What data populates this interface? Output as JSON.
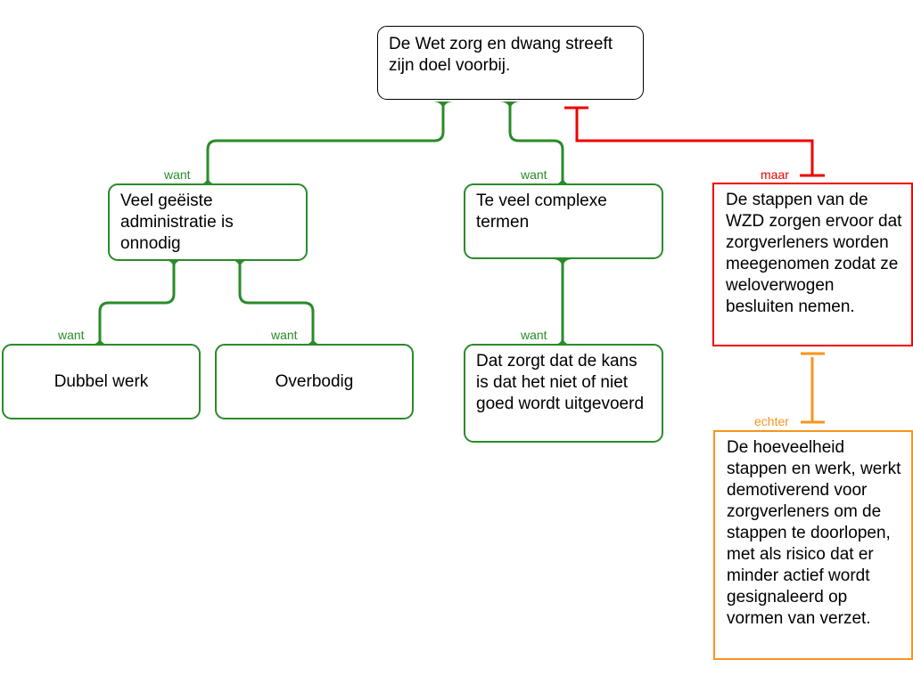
{
  "colors": {
    "support": "#2a8b2a",
    "objection": "#ee0000",
    "rebuttal": "#f7941d",
    "root_border": "#000000"
  },
  "root": {
    "text": "De Wet zorg en dwang streeft zijn doel voorbij."
  },
  "reasons": [
    {
      "connector": "want",
      "text": "Veel geëiste administratie is onnodig",
      "children": [
        {
          "connector": "want",
          "text": "Dubbel werk"
        },
        {
          "connector": "want",
          "text": "Overbodig"
        }
      ]
    },
    {
      "connector": "want",
      "text": "Te veel complexe termen",
      "children": [
        {
          "connector": "want",
          "text": "Dat zorgt dat de kans is dat het niet of niet goed wordt uitgevoerd"
        }
      ]
    }
  ],
  "objection": {
    "connector": "maar",
    "text": "De stappen van de WZD zorgen ervoor dat zorgverleners worden meegenomen zodat ze weloverwogen besluiten nemen.",
    "rebuttal": {
      "connector": "echter",
      "text": "De hoeveelheid stappen en werk, werkt demotiverend voor zorgverleners om de stappen te doorlopen, met als risico dat er minder actief wordt gesignaleerd op vormen van verzet."
    }
  }
}
